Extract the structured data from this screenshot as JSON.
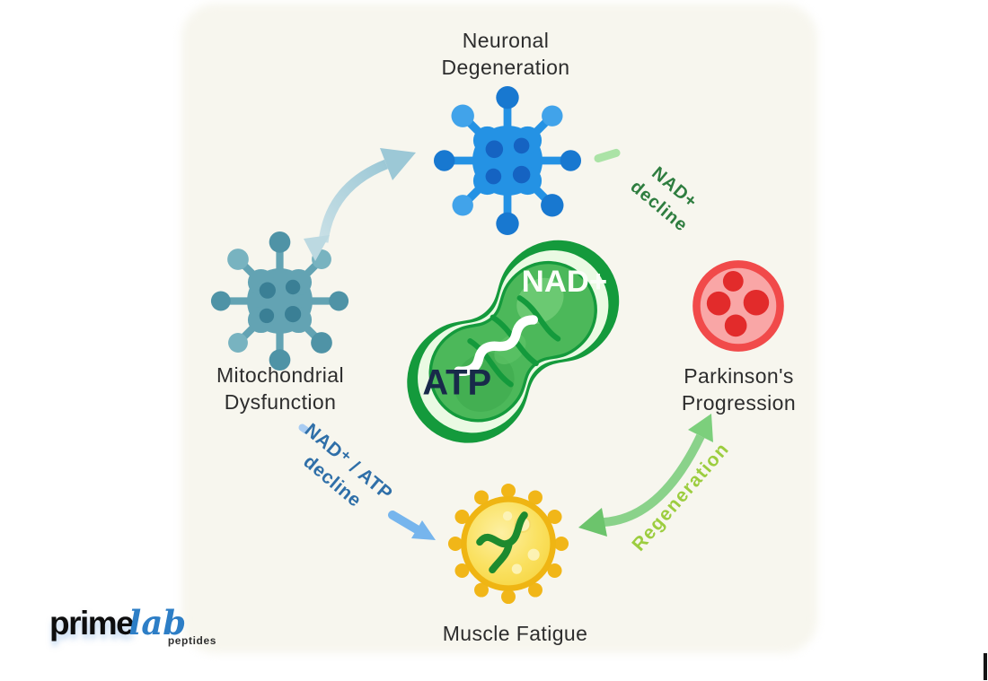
{
  "canvas": {
    "background_color": "#f7f6ee",
    "outer_color": "#ffffff"
  },
  "diagram": {
    "center_mitochondrion": {
      "nad_label": "NAD+",
      "atp_label": "ATP"
    },
    "nodes": {
      "neuronal": {
        "line1": "Neuronal",
        "line2": "Degeneration",
        "icon": "neuron-icon"
      },
      "mitochondrial": {
        "line1": "Mitochondrial",
        "line2": "Dysfunction",
        "icon": "neuron-icon"
      },
      "parkinsons": {
        "line1": "Parkinson's",
        "line2": "Progression",
        "icon": "vesicle-icon"
      },
      "muscle": {
        "label": "Muscle Fatigue",
        "icon": "cell-icon"
      }
    },
    "edge_labels": {
      "nad_decline": {
        "line1": "NAD+",
        "line2": "decline",
        "color": "#2e7d3f"
      },
      "nad_atp_decline": {
        "line1": "NAD⁺ / ATP",
        "line2": "decline",
        "color": "#2f6fa8"
      },
      "regeneration": {
        "label": "Regeneration",
        "color": "#9ccd3f"
      }
    },
    "colors": {
      "neuron_blue": "#2492e4",
      "neuron_teal": "#63a3b3",
      "parkinsons_red_border": "#f14a4a",
      "parkinsons_pink_fill": "#f9a6a6",
      "parkinsons_dot_red": "#e22b2b",
      "muscle_yellow_border": "#efb513",
      "muscle_yellow_fill": "#fae161",
      "muscle_squiggle_green": "#1d8a2e",
      "mitochondrion_outline_green": "#149a3c",
      "mitochondrion_body_green": "#4cb85a",
      "atp_text_navy": "#182a4a",
      "arrow_pale_blue": "#a3cdd9",
      "arrow_blue": "#76b5ed",
      "arrow_green": "#84cf84"
    }
  },
  "logo": {
    "prime": "prime",
    "lab": "lab",
    "peptides": "peptides"
  }
}
